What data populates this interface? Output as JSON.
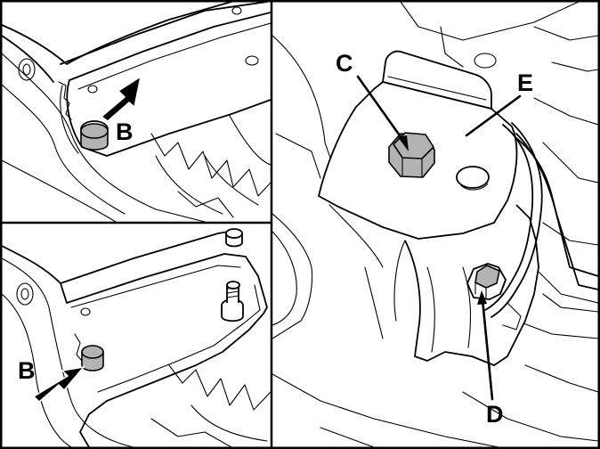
{
  "callouts": {
    "top_left_b": "B",
    "bottom_left_b": "B",
    "c": "C",
    "d": "D",
    "e": "E"
  },
  "colors": {
    "line": "#000000",
    "background": "#ffffff",
    "part_highlight": "#b3b3b3"
  }
}
